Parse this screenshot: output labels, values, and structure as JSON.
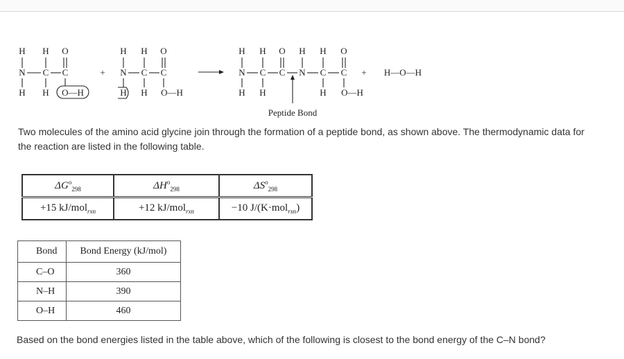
{
  "reaction": {
    "glycine_left": {
      "top_H1": "H",
      "top_H2": "H",
      "top_O": "O",
      "N": "N",
      "C1": "C",
      "C2": "C",
      "bottom_H1": "H",
      "bottom_H2": "H",
      "OH": "O—H"
    },
    "plus1": "+",
    "glycine_right": {
      "top_H1": "H",
      "top_H2": "H",
      "top_O": "O",
      "N": "N",
      "C1": "C",
      "C2": "C",
      "bottom_H1": "H",
      "bottom_H2": "H",
      "OH": "O—H"
    },
    "product": {
      "top": [
        "H",
        "H",
        "O",
        "H",
        "H",
        "O"
      ],
      "atoms": [
        "N",
        "C",
        "C",
        "N",
        "C",
        "C"
      ],
      "bottom": [
        "H",
        "H",
        "H",
        "O—H"
      ]
    },
    "plus2": "+",
    "water": "H—O—H",
    "peptide_bond_label": "Peptide Bond"
  },
  "intro_text": "Two molecules of the amino acid glycine join through the formation of a peptide bond, as shown above. The thermodynamic data for the reaction are listed in the following table.",
  "thermo_table": {
    "headers": [
      {
        "sym": "ΔG",
        "sup": "o",
        "sub": "298"
      },
      {
        "sym": "ΔH",
        "sup": "o",
        "sub": "298"
      },
      {
        "sym": "ΔS",
        "sup": "o",
        "sub": "298"
      }
    ],
    "values": [
      {
        "main": "+15 kJ/mol",
        "sub": "rxn",
        "tail": ""
      },
      {
        "main": "+12 kJ/mol",
        "sub": "rxn",
        "tail": ""
      },
      {
        "main": "−10 J/(K·mol",
        "sub": "rxn",
        "tail": ")"
      }
    ]
  },
  "bond_table": {
    "headers": [
      "Bond",
      "Bond Energy (kJ/mol)"
    ],
    "rows": [
      {
        "bond": "C–O",
        "energy": "360"
      },
      {
        "bond": "N–H",
        "energy": "390"
      },
      {
        "bond": "O–H",
        "energy": "460"
      }
    ]
  },
  "question": "Based on the bond energies listed in the table above, which of the following is closest to the bond energy of the C–N bond?"
}
